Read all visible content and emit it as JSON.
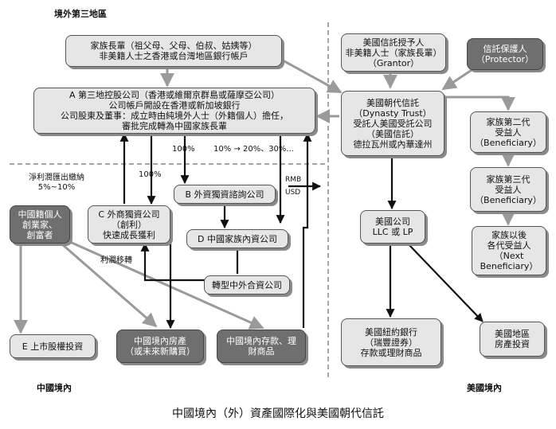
{
  "regions": {
    "offshore": "境外第三地區",
    "china": "中國境內",
    "usa": "美國境內"
  },
  "boxes": {
    "family_elders": [
      "家族長輩（祖父母、父母、伯叔、姑姨等）",
      "非美籍人士之香港或台灣地區銀行帳戶"
    ],
    "holding_a": [
      "A 第三地控股公司（香港或維爾京群島或薩摩亞公司）",
      "公司帳戶開設在香港或新加坡銀行",
      "公司股東及董事：成立時由純境外人士（外籍個人）擔任，",
      "審批完成轉為中國家族長輩"
    ],
    "grantor": [
      "美國信託授予人",
      "非美籍人士（家族長輩）",
      "（Grantor）"
    ],
    "protector": [
      "信託保護人",
      "（Protector）"
    ],
    "dynasty_trust": [
      "美國朝代信託",
      "（Dynasty Trust）",
      "受託人美國受託公司",
      "（美國信託）",
      "德拉瓦州或內華達州"
    ],
    "beneficiary_2": [
      "家族第二代",
      "受益人",
      "（Beneficiary）"
    ],
    "beneficiary_3": [
      "家族第三代",
      "受益人",
      "（Beneficiary）"
    ],
    "next_beneficiary": [
      "家族以後",
      "各代受益人",
      "（Next",
      "Beneficiary）"
    ],
    "us_company": [
      "美國公司",
      "LLC 或 LP"
    ],
    "ny_bank": [
      "美國紐約銀行",
      "（瑞豐證券）",
      "存款或理財商品"
    ],
    "us_realestate": [
      "美國地區",
      "房產投資"
    ],
    "entrepreneur": [
      "中國籍個人",
      "創業家、",
      "創富者"
    ],
    "company_c": [
      "C 外商獨資公司",
      "（創利）",
      "快速成長獲利"
    ],
    "company_b": [
      "B 外資獨資諮詢公司"
    ],
    "company_d": [
      "D 中國家族內資公司"
    ],
    "jv_company": [
      "轉型中外合資公司"
    ],
    "stock_e": [
      "E 上市股權投資"
    ],
    "china_realestate": [
      "中國境內房產",
      "（或未來新購買）"
    ],
    "china_deposits": [
      "中國境內存款、理",
      "財商品"
    ]
  },
  "labels": {
    "net_profit": [
      "淨利潤匯出繳納",
      "5%~10%"
    ],
    "pct_100_a": "100%",
    "pct_100_b": "100%",
    "pct_series": "10% → 20%、30%...",
    "rmb": "RMB",
    "usd": "USD",
    "profit_transfer": "利潤移轉"
  },
  "caption": "中國境內（外）資產國際化與美國朝代信託"
}
